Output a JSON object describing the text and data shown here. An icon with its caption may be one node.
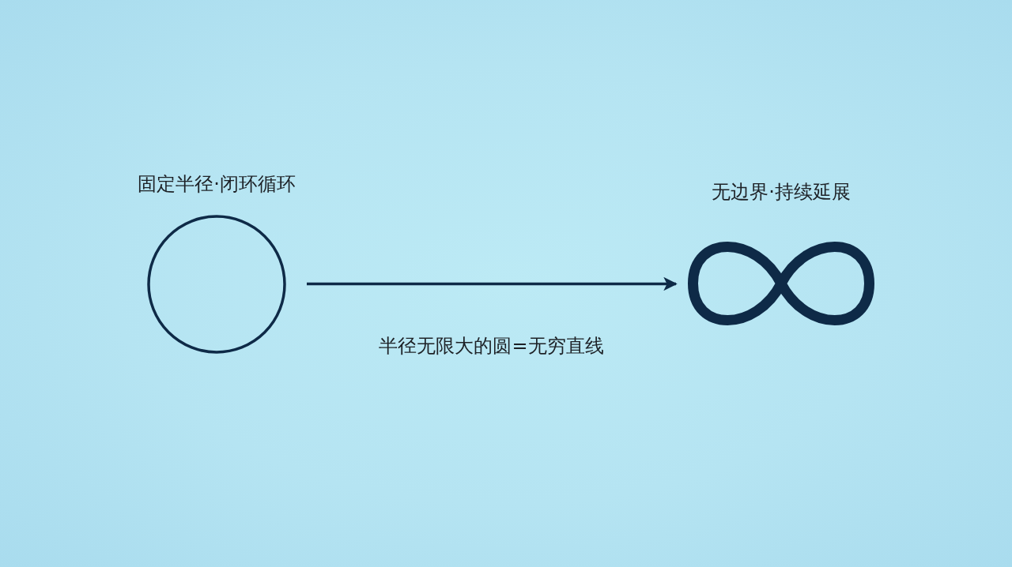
{
  "diagram": {
    "nodes": [
      {
        "text": [],
        "shape": "circle",
        "beside": [
          "固定半径·闭环循环"
        ]
      },
      {
        "text": [],
        "shape": "infinity",
        "beside": [
          "无边界·持续延展"
        ]
      }
    ],
    "edges": [
      {
        "from": 0,
        "to": 1,
        "arrow": "to",
        "label": "半径无限大的圆=无穷直线"
      }
    ]
  }
}
